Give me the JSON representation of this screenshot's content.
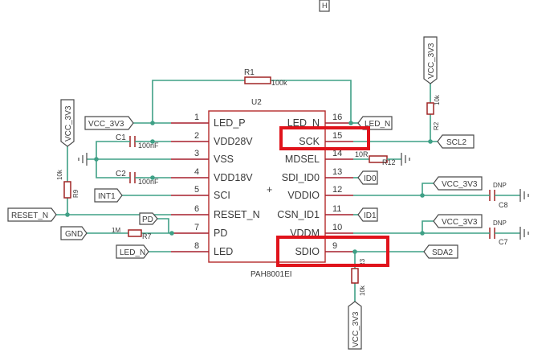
{
  "chip": {
    "ref": "U2",
    "value": "PAH8001EI",
    "left_pins": [
      {
        "num": "1",
        "name": "LED_P"
      },
      {
        "num": "2",
        "name": "VDD28V"
      },
      {
        "num": "3",
        "name": "VSS"
      },
      {
        "num": "4",
        "name": "VDD18V"
      },
      {
        "num": "5",
        "name": "SCI"
      },
      {
        "num": "6",
        "name": "RESET_N"
      },
      {
        "num": "7",
        "name": "PD"
      },
      {
        "num": "8",
        "name": "LED"
      }
    ],
    "right_pins": [
      {
        "num": "16",
        "name": "LED_N"
      },
      {
        "num": "15",
        "name": "SCK"
      },
      {
        "num": "14",
        "name": "MDSEL"
      },
      {
        "num": "13",
        "name": "SDI_ID0"
      },
      {
        "num": "12",
        "name": "VDDIO"
      },
      {
        "num": "11",
        "name": "CSN_ID1"
      },
      {
        "num": "10",
        "name": "VDDM"
      },
      {
        "num": "9",
        "name": "SDIO"
      }
    ]
  },
  "net_labels": {
    "vcc_left_pin1": "VCC_3V3",
    "vcc_vertical_left": "VCC_3V3",
    "vcc_top_right": "VCC_3V3",
    "vcc_vddio": "VCC_3V3",
    "vcc_vddm": "VCC_3V3",
    "vcc_bottom": "VCC_3V3",
    "led_n_right": "LED_N",
    "led_n_left": "LED_N",
    "scl2": "SCL2",
    "sda2": "SDA2",
    "id0": "ID0",
    "id1": "ID1",
    "int1": "INT1",
    "reset_n": "RESET_N",
    "gnd": "GND",
    "pd": "PD"
  },
  "components": {
    "r1": {
      "ref": "R1",
      "value": "100k"
    },
    "r12": {
      "ref": "R12",
      "value": "10R"
    },
    "r9": {
      "ref": "R9",
      "value": "10k"
    },
    "r7": {
      "ref": "R7",
      "value": "1M"
    },
    "r2_top": {
      "ref": "R2",
      "value": "10k"
    },
    "r_bottom": {
      "ref": "R3",
      "value": "10k"
    },
    "c1": {
      "ref": "C1",
      "value": "100nF"
    },
    "c2": {
      "ref": "C2",
      "value": "100nF"
    },
    "c8": {
      "ref": "C8",
      "value": "DNP"
    },
    "c7": {
      "ref": "C7",
      "value": "DNP"
    }
  },
  "top_stub_text": "H"
}
